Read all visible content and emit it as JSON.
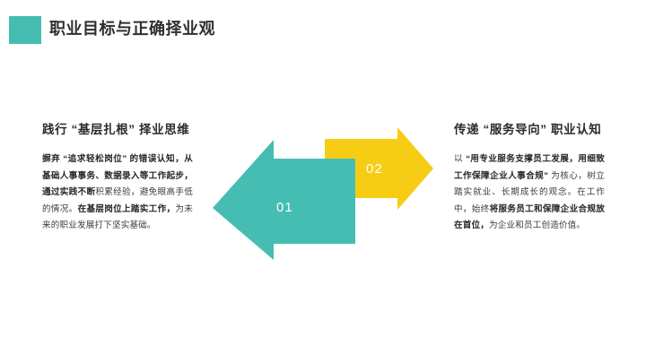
{
  "slide": {
    "background_color": "#ffffff",
    "title": "职业目标与正确择业观",
    "accent_color": "#45bdb3"
  },
  "colors": {
    "teal": "#45bdb3",
    "yellow": "#f7cc15",
    "shadow_grey": "#e6e7e2",
    "title_text": "#2f2f2f",
    "body_text": "#3b3b3b",
    "number_text": "#ffffff"
  },
  "columns": [
    {
      "id": "left",
      "heading": "践行 “基层扎根” 择业思维",
      "body_segments": [
        {
          "text": "摒弃 “追求轻松岗位” 的错误认知，从基础人事事务、数据录入等工作起步，通过实践不断",
          "bold": true
        },
        {
          "text": "积累经验，避免眼高手低的情况。",
          "bold": false
        },
        {
          "text": "在基层岗位上踏实工作，",
          "bold": true
        },
        {
          "text": "为未来的职业发展打下坚实基础。",
          "bold": false
        }
      ]
    },
    {
      "id": "right",
      "heading": "传递 “服务导向” 职业认知",
      "body_segments": [
        {
          "text": "以 ",
          "bold": false
        },
        {
          "text": "“用专业服务支撑员工发展，用细致工作保障企业人事合规”",
          "bold": true
        },
        {
          "text": " 为核心，树立踏实就业、长期成长的观念。在工作中，始终",
          "bold": false
        },
        {
          "text": "将服务员工和保障企业合规放在首位，",
          "bold": true
        },
        {
          "text": "为企业和员工创造价值。",
          "bold": false
        }
      ]
    }
  ],
  "arrows": [
    {
      "id": "arrow-01",
      "label": "01",
      "direction": "left",
      "color": "#45bdb3"
    },
    {
      "id": "arrow-02",
      "label": "02",
      "direction": "right",
      "color": "#f7cc15"
    }
  ]
}
